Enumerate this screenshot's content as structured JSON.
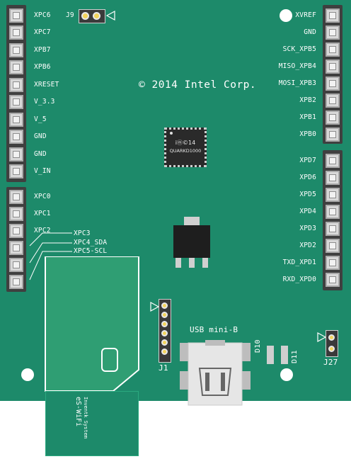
{
  "copyright": "© 2014 Intel Corp.",
  "chip": {
    "line1": "iⓜ©14",
    "line2": "QUARKD1000"
  },
  "left_header_top": [
    "XPC6",
    "XPC7",
    "XPB7",
    "XPB6",
    "XRESET",
    "V_3.3",
    "V_5",
    "GND",
    "GND",
    "V_IN"
  ],
  "left_header_bottom": [
    "XPC0",
    "XPC1",
    "XPC2"
  ],
  "diagonal_labels": [
    "XPC3",
    "XPC4_SDA",
    "XPC5-SCL"
  ],
  "right_header_top": [
    "XVREF",
    "GND",
    "SCK_XPB5",
    "MISO_XPB4",
    "MOSI_XPB3",
    "XPB2",
    "XPB1",
    "XPB0"
  ],
  "right_header_bottom": [
    "XPD7",
    "XPD6",
    "XPD5",
    "XPD4",
    "XPD3",
    "XPD2",
    "TXD_XPD1",
    "RXD_XPD0"
  ],
  "connectors": {
    "j9": "J9",
    "j1": "J1",
    "j27": "J27",
    "usb": "USB mini-B",
    "d10": "D10",
    "d11": "D11"
  },
  "wifi_module": {
    "line1": "Inventk System",
    "line2": "eS-WiFi"
  },
  "colors": {
    "board": "#1d8a6a",
    "module": "#2f9e73",
    "header": "#3f3f3f",
    "regulator": "#1e1e1e"
  }
}
